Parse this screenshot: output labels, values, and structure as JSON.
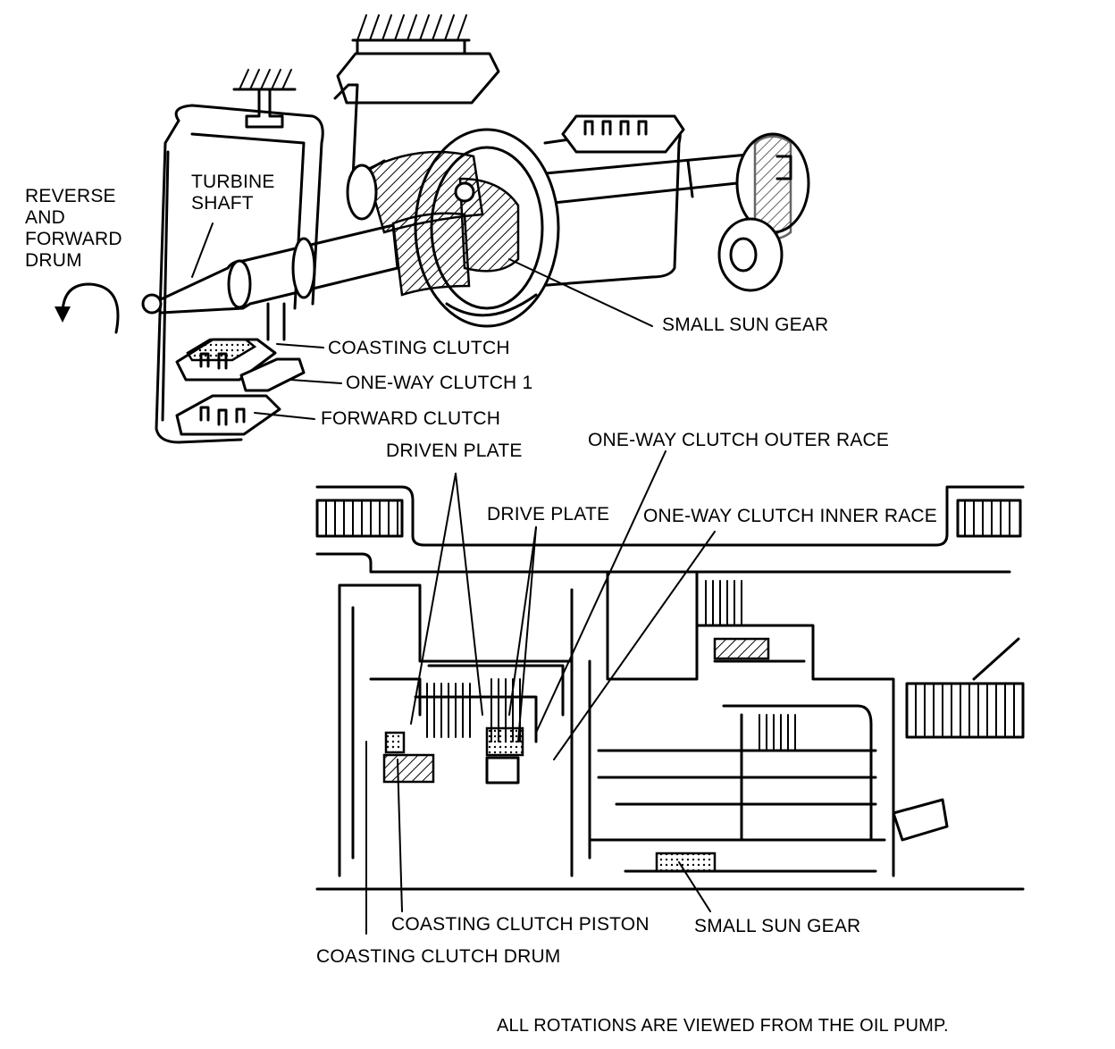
{
  "labels": {
    "turbine_shaft": "TURBINE\nSHAFT",
    "reverse_forward_drum": "REVERSE\nAND\nFORWARD\nDRUM",
    "small_sun_gear_top": "SMALL SUN GEAR",
    "coasting_clutch": "COASTING CLUTCH",
    "one_way_clutch_1": "ONE-WAY CLUTCH 1",
    "forward_clutch": "FORWARD CLUTCH",
    "driven_plate": "DRIVEN PLATE",
    "one_way_clutch_outer_race": "ONE-WAY CLUTCH OUTER RACE",
    "drive_plate": "DRIVE PLATE",
    "one_way_clutch_inner_race": "ONE-WAY CLUTCH INNER RACE",
    "coasting_clutch_piston": "COASTING CLUTCH PISTON",
    "small_sun_gear_bottom": "SMALL SUN GEAR",
    "coasting_clutch_drum": "COASTING CLUTCH DRUM"
  },
  "footnote": "ALL ROTATIONS ARE VIEWED FROM THE OIL PUMP.",
  "colors": {
    "ink": "#000000",
    "paper": "#ffffff"
  }
}
